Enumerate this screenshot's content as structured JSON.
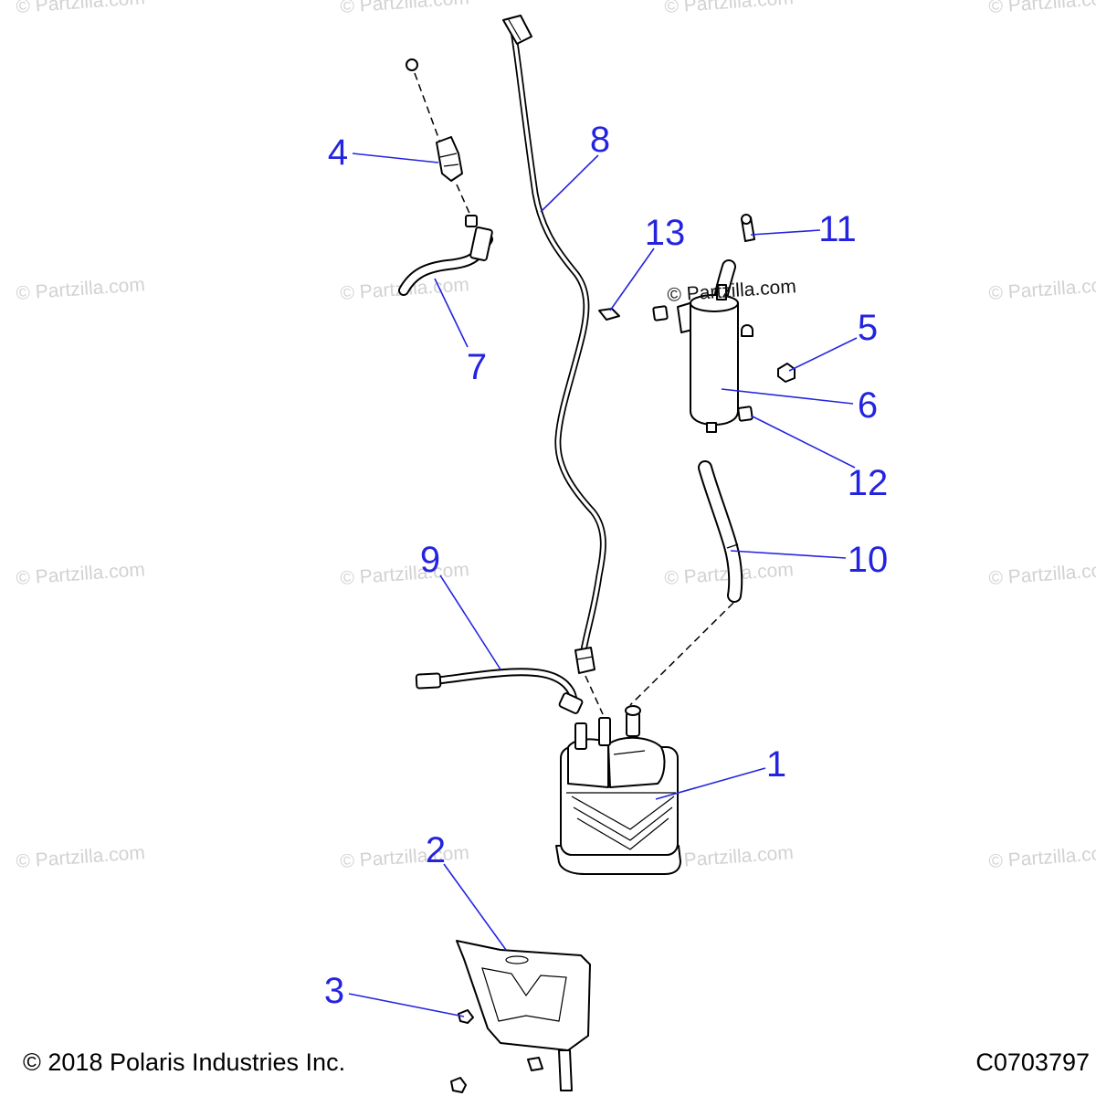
{
  "watermark": "© Partzilla.com",
  "source_credit": "© Partzilla.com",
  "callouts": {
    "p1": "1",
    "p2": "2",
    "p3": "3",
    "p4": "4",
    "p5": "5",
    "p6": "6",
    "p7": "7",
    "p8": "8",
    "p9": "9",
    "p10": "10",
    "p11": "11",
    "p12": "12",
    "p13": "13"
  },
  "copyright": "© 2018 Polaris Industries Inc.",
  "diagram_code": "C0703797",
  "colors": {
    "callout": "#2424e0",
    "watermark": "#d2d2d2",
    "line": "#000000",
    "background": "#ffffff"
  }
}
